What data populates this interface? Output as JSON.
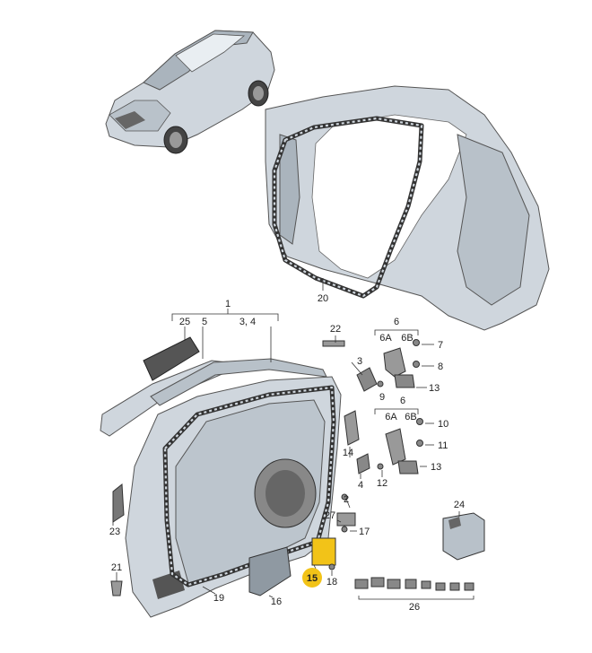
{
  "diagram": {
    "highlight_color": "#f2c318",
    "labels": {
      "l1": "1",
      "l25": "25",
      "l5": "5",
      "l34": "3, 4",
      "l22": "22",
      "l6a": "6",
      "l6A_top": "6A",
      "l6B_top": "6B",
      "l7": "7",
      "l8": "8",
      "l3": "3",
      "l13a": "13",
      "l9": "9",
      "l6b": "6",
      "l6A_bot": "6A",
      "l6B_bot": "6B",
      "l10": "10",
      "l14": "14",
      "l11": "11",
      "l13b": "13",
      "l4": "4",
      "l12": "12",
      "l2": "2",
      "l27": "27",
      "l17": "17",
      "l23": "23",
      "l24": "24",
      "l21": "21",
      "l15": "15",
      "l18": "18",
      "l16": "16",
      "l19": "19",
      "l20": "20",
      "l26": "26"
    }
  }
}
